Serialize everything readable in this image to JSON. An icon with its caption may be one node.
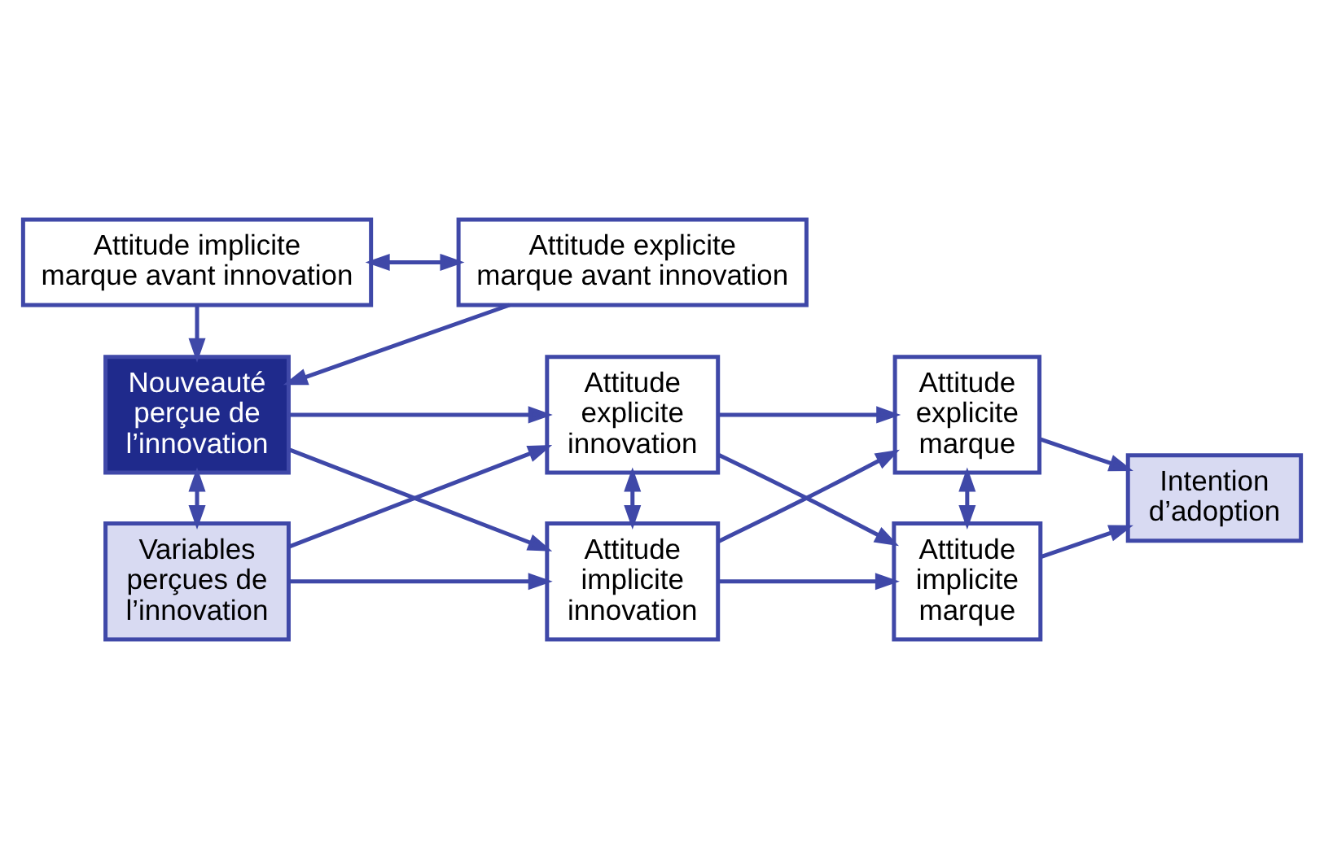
{
  "diagram": {
    "nodes": [
      {
        "text": [
          "Attitude implicite marque avant innovation"
        ]
      },
      {
        "text": [
          "Attitude explicite marque avant innovation"
        ]
      },
      {
        "text": [
          "Nouveauté perçue de l’innovation"
        ]
      },
      {
        "text": [
          "Variables perçues de l’innovation"
        ]
      },
      {
        "text": [
          "Attitude explicite innovation"
        ]
      },
      {
        "text": [
          "Attitude implicite innovation"
        ]
      },
      {
        "text": [
          "Attitude explicite marque"
        ]
      },
      {
        "text": [
          "Attitude implicite marque"
        ]
      },
      {
        "text": [
          "Intention d’adoption"
        ]
      }
    ],
    "edges": [
      {
        "from": 0,
        "to": 1,
        "arrow": "both"
      },
      {
        "from": 0,
        "to": 2,
        "arrow": "to"
      },
      {
        "from": 1,
        "to": 2,
        "arrow": "to"
      },
      {
        "from": 2,
        "to": 3,
        "arrow": "both"
      },
      {
        "from": 2,
        "to": 4,
        "arrow": "to"
      },
      {
        "from": 2,
        "to": 5,
        "arrow": "to"
      },
      {
        "from": 3,
        "to": 4,
        "arrow": "to"
      },
      {
        "from": 3,
        "to": 5,
        "arrow": "to"
      },
      {
        "from": 4,
        "to": 5,
        "arrow": "both"
      },
      {
        "from": 4,
        "to": 6,
        "arrow": "to"
      },
      {
        "from": 4,
        "to": 7,
        "arrow": "to"
      },
      {
        "from": 5,
        "to": 6,
        "arrow": "to"
      },
      {
        "from": 5,
        "to": 7,
        "arrow": "to"
      },
      {
        "from": 6,
        "to": 7,
        "arrow": "both"
      },
      {
        "from": 6,
        "to": 8,
        "arrow": "to"
      },
      {
        "from": 7,
        "to": 8,
        "arrow": "to"
      }
    ]
  }
}
